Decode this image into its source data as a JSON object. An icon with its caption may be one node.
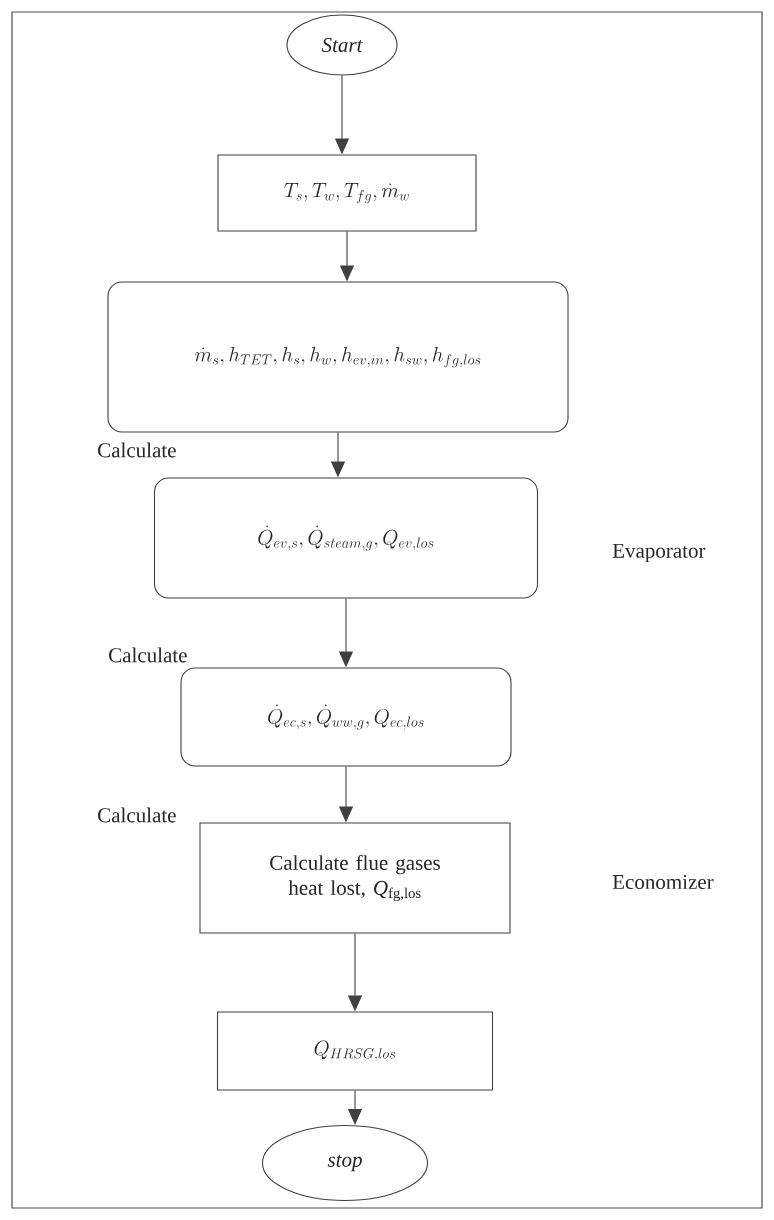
{
  "diagram": {
    "nodes": [
      {
        "text": [
          "Start"
        ]
      },
      {
        "text": [
          "T_s, T_w, T_{fg}, \\dot{m}_w"
        ]
      },
      {
        "text": [
          "\\dot{m}_s, h_{TET}, h_s, h_w, h_{ev,in}, h_{sw}, h_{fg,los}"
        ]
      },
      {
        "text": [
          "\\dot{Q}_{ev,s}, \\dot{Q}_{steam,g}, Q_{ev,los}"
        ],
        "beside": [
          "Calculate"
        ]
      },
      {
        "text": [
          "\\dot{Q}_{ec,s}, \\dot{Q}_{ww,g}, Q_{ec,los}"
        ],
        "beside": [
          "Calculate"
        ]
      },
      {
        "text": [
          "Calculate flue gases heat lost, *Q*$_{fg,los}$"
        ],
        "beside": [
          "Calculate"
        ]
      },
      {
        "text": [
          "Q_{HRSG,los}"
        ]
      },
      {
        "text": [
          "stop"
        ]
      }
    ],
    "edges": [
      {
        "from": 0,
        "to": 1,
        "arrow": "to"
      },
      {
        "from": 1,
        "to": 2,
        "arrow": "to"
      },
      {
        "from": 2,
        "to": 3,
        "arrow": "to"
      },
      {
        "from": 3,
        "to": 4,
        "arrow": "to"
      },
      {
        "from": 4,
        "to": 5,
        "arrow": "to"
      },
      {
        "from": 5,
        "to": 6,
        "arrow": "to"
      },
      {
        "from": 6,
        "to": 7,
        "arrow": "to"
      }
    ],
    "labels": [
      "Evaporator",
      "Economizer"
    ]
  }
}
